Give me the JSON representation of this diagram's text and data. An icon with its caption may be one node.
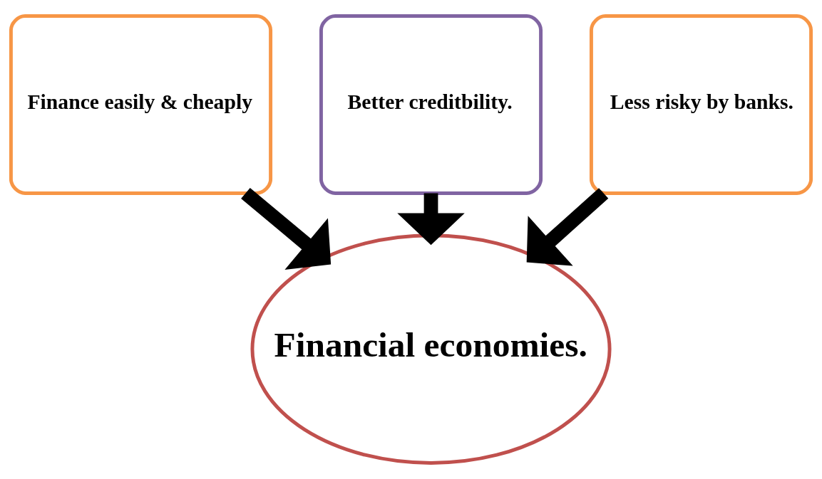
{
  "diagram": {
    "nodes": [
      {
        "text": [
          "Finance easily & cheaply"
        ]
      },
      {
        "text": [
          "Better creditbility."
        ]
      },
      {
        "text": [
          "Less risky by banks."
        ]
      },
      {
        "text": [
          "Financial economies."
        ]
      }
    ],
    "edges": [
      {
        "from": 0,
        "to": 3,
        "arrow": "to"
      },
      {
        "from": 1,
        "to": 3,
        "arrow": "to"
      },
      {
        "from": 2,
        "to": 3,
        "arrow": "to"
      }
    ]
  }
}
